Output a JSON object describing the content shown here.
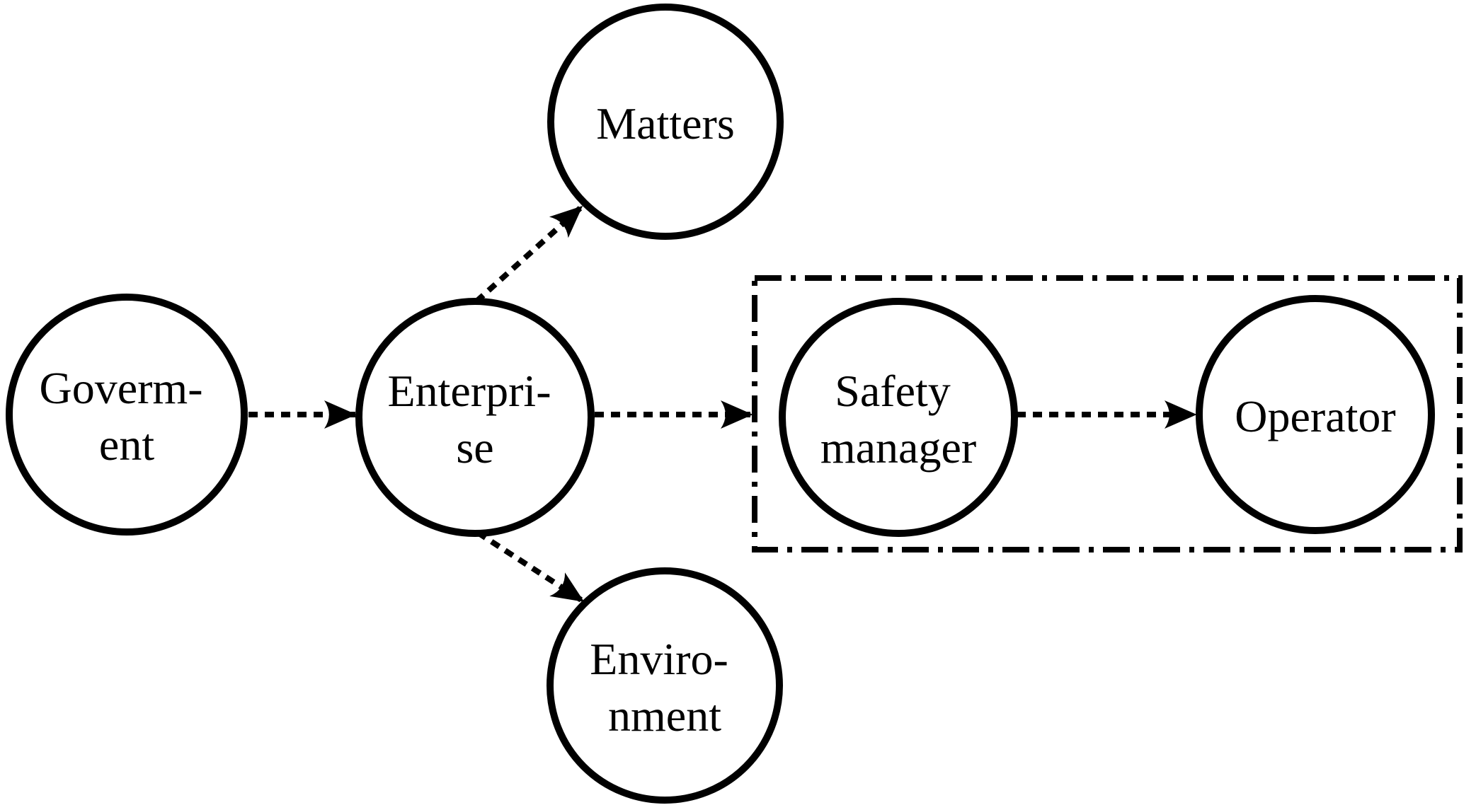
{
  "colors": {
    "stroke": "#000000",
    "background": "#ffffff"
  },
  "nodes": [
    {
      "id": "government",
      "label_lines": [
        "Goverm-",
        "ent"
      ]
    },
    {
      "id": "enterprise",
      "label_lines": [
        "Enterpri-",
        "se"
      ]
    },
    {
      "id": "matters",
      "label_lines": [
        "Matters"
      ]
    },
    {
      "id": "environment",
      "label_lines": [
        "Enviro-",
        "nment"
      ]
    },
    {
      "id": "safety-manager",
      "label_lines": [
        "Safety",
        "manager"
      ]
    },
    {
      "id": "operator",
      "label_lines": [
        "Operator"
      ]
    }
  ],
  "edges": [
    {
      "from": "government",
      "to": "enterprise",
      "line_style": "dashed",
      "arrow": true
    },
    {
      "from": "enterprise",
      "to": "matters",
      "line_style": "dashed",
      "arrow": true
    },
    {
      "from": "enterprise",
      "to": "environment",
      "line_style": "dashed",
      "arrow": true
    },
    {
      "from": "enterprise",
      "to": "management-group-box",
      "line_style": "dashed",
      "arrow": true
    },
    {
      "from": "safety-manager",
      "to": "operator",
      "line_style": "dashed",
      "arrow": true
    }
  ],
  "group": {
    "id": "management-group-box",
    "border_style": "dash-dot",
    "contains": [
      "safety-manager",
      "operator"
    ]
  }
}
